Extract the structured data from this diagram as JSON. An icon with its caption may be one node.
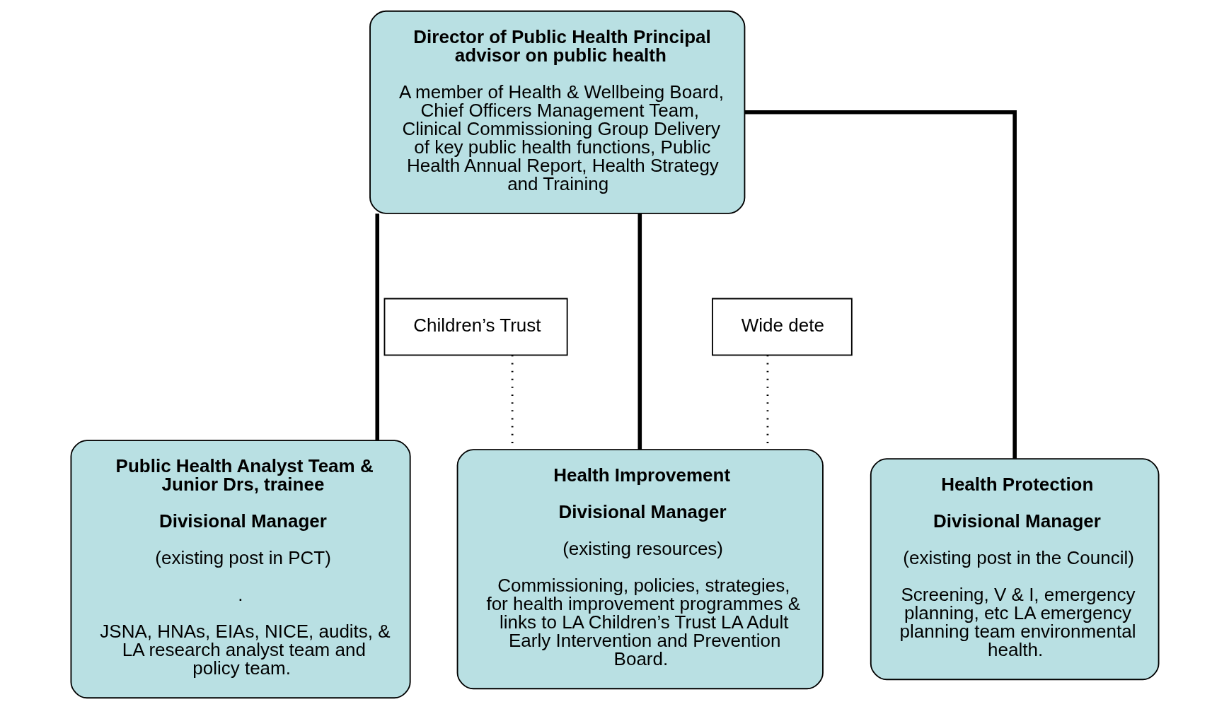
{
  "diagram": {
    "nodes": [
      {
        "text": [
          "Director of Public Health Principal advisor on public health",
          "A member of Health & Wellbeing Board, Chief Officers Management Team, Clinical Commissioning Group Delivery of key public health functions, Public Health Annual Report, Health Strategy and Training"
        ]
      },
      {
        "text": [
          "Children’s Trust"
        ]
      },
      {
        "text": [
          "Wide dete"
        ]
      },
      {
        "text": [
          "Public Health Analyst Team & Junior Drs, trainee",
          "Divisional Manager",
          "(existing post in PCT)",
          ".",
          "JSNA, HNAs, EIAs, NICE, audits, & LA research analyst team and policy team."
        ]
      },
      {
        "text": [
          "Health Protection",
          "Divisional Manager",
          "(existing post in the Council)",
          "Screening, V & I, emergency planning, etc LA emergency planning team environmental health."
        ]
      },
      {
        "text": [
          "Health Improvement",
          "Divisional Manager",
          "(existing resources)",
          "Commissioning, policies, strategies, for health improvement programmes & links to LA Children’s Trust LA Adult Early Intervention and Prevention Board."
        ]
      }
    ],
    "edges": [
      {
        "from": 0,
        "to": 3,
        "arrow": "none"
      },
      {
        "from": 0,
        "to": 4,
        "arrow": "none"
      },
      {
        "from": 0,
        "to": 5,
        "arrow": "none"
      },
      {
        "from": 1,
        "to": 5,
        "arrow": "none",
        "style": "dashed"
      },
      {
        "from": 2,
        "to": 5,
        "arrow": "none",
        "style": "dashed"
      }
    ]
  }
}
